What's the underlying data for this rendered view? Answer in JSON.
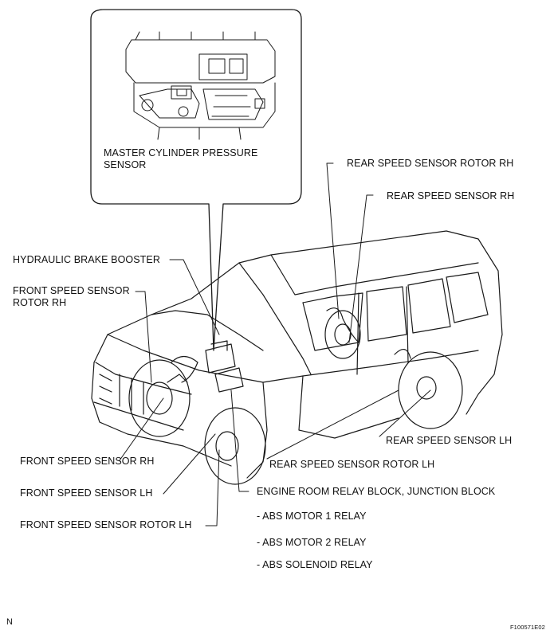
{
  "labels": {
    "master_cylinder_pressure_sensor": "MASTER CYLINDER PRESSURE\nSENSOR",
    "hydraulic_brake_booster": "HYDRAULIC BRAKE BOOSTER",
    "front_speed_sensor_rotor_rh": "FRONT SPEED SENSOR\nROTOR RH",
    "rear_speed_sensor_rotor_rh": "REAR SPEED SENSOR ROTOR RH",
    "rear_speed_sensor_rh": "REAR SPEED SENSOR RH",
    "rear_speed_sensor_lh": "REAR SPEED SENSOR LH",
    "rear_speed_sensor_rotor_lh": "REAR SPEED SENSOR ROTOR LH",
    "front_speed_sensor_rh": "FRONT SPEED SENSOR RH",
    "front_speed_sensor_lh": "FRONT SPEED SENSOR LH",
    "front_speed_sensor_rotor_lh": "FRONT SPEED SENSOR ROTOR LH",
    "engine_room_relay_block": "ENGINE ROOM RELAY BLOCK, JUNCTION BLOCK",
    "abs_motor_1_relay": "- ABS MOTOR 1 RELAY",
    "abs_motor_2_relay": "- ABS MOTOR 2 RELAY",
    "abs_solenoid_relay": "- ABS SOLENOID RELAY"
  },
  "corner_left": "N",
  "corner_right": "F100571E02"
}
